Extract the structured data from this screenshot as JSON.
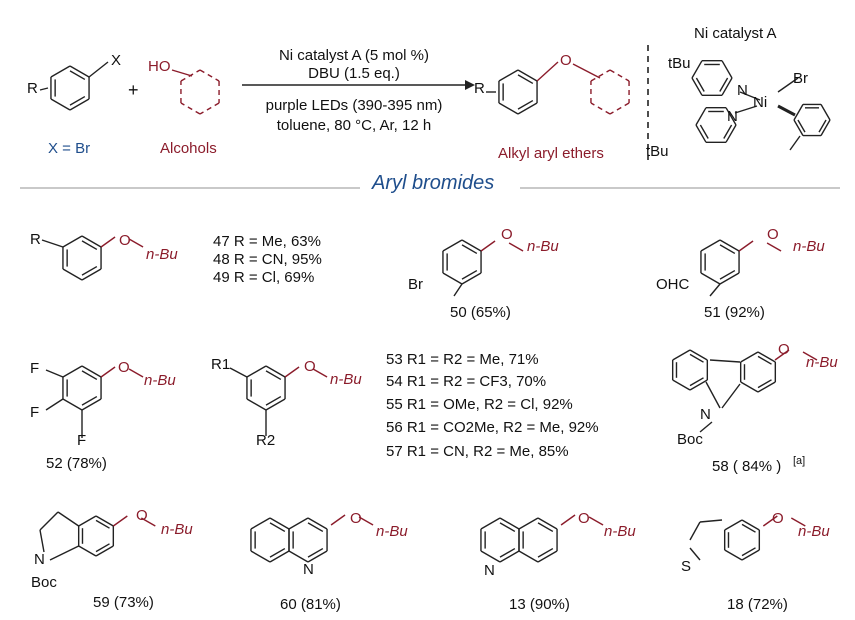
{
  "scheme": {
    "substrate_label": "X = Br",
    "alcohol_label": "Alcohols",
    "product_label": "Alkyl aryl ethers",
    "catalyst_title": "Ni catalyst A",
    "conditions": [
      "Ni catalyst A (5 mol %)",
      "DBU (1.5 eq.)",
      "purple LEDs (390-395 nm)",
      "toluene, 80 °C, Ar, 12 h"
    ],
    "atoms": {
      "R": "R",
      "X": "X",
      "HO": "HO",
      "O": "O",
      "N": "N",
      "Ni": "Ni",
      "Br": "Br",
      "tBu": "tBu",
      "plus": "+"
    }
  },
  "section_title": "Aryl bromides",
  "group_47_49": [
    "47 R = Me, 63%",
    "48 R = CN, 95%",
    "49 R = Cl, 69%"
  ],
  "group_53_57": [
    "53 R1 = R2 = Me, 71%",
    "54 R1 = R2 = CF3, 70%",
    "55 R1 = OMe, R2 = Cl, 92%",
    "56 R1 = CO2Me, R2 = Me, 92%",
    "57 R1 = CN, R2 = Me, 85%"
  ],
  "nbu": "n-Bu",
  "products": {
    "p50": "50 (65%)",
    "p51": "51 (92%)",
    "p52": "52 (78%)",
    "p58": "58 ( 84% )",
    "p58_note": "[a]",
    "p59": "59 (73%)",
    "p60": "60 (81%)",
    "p13": "13 (90%)",
    "p18": "18 (72%)"
  },
  "substituents": {
    "Br": "Br",
    "OHC": "OHC",
    "F": "F",
    "N": "N",
    "S": "S",
    "Boc": "Boc",
    "R": "R",
    "R1": "R1",
    "R2": "R2"
  },
  "colors": {
    "blue": "#1f4e8c",
    "maroon": "#8b1c2b",
    "divider": "#c9c9c9"
  }
}
